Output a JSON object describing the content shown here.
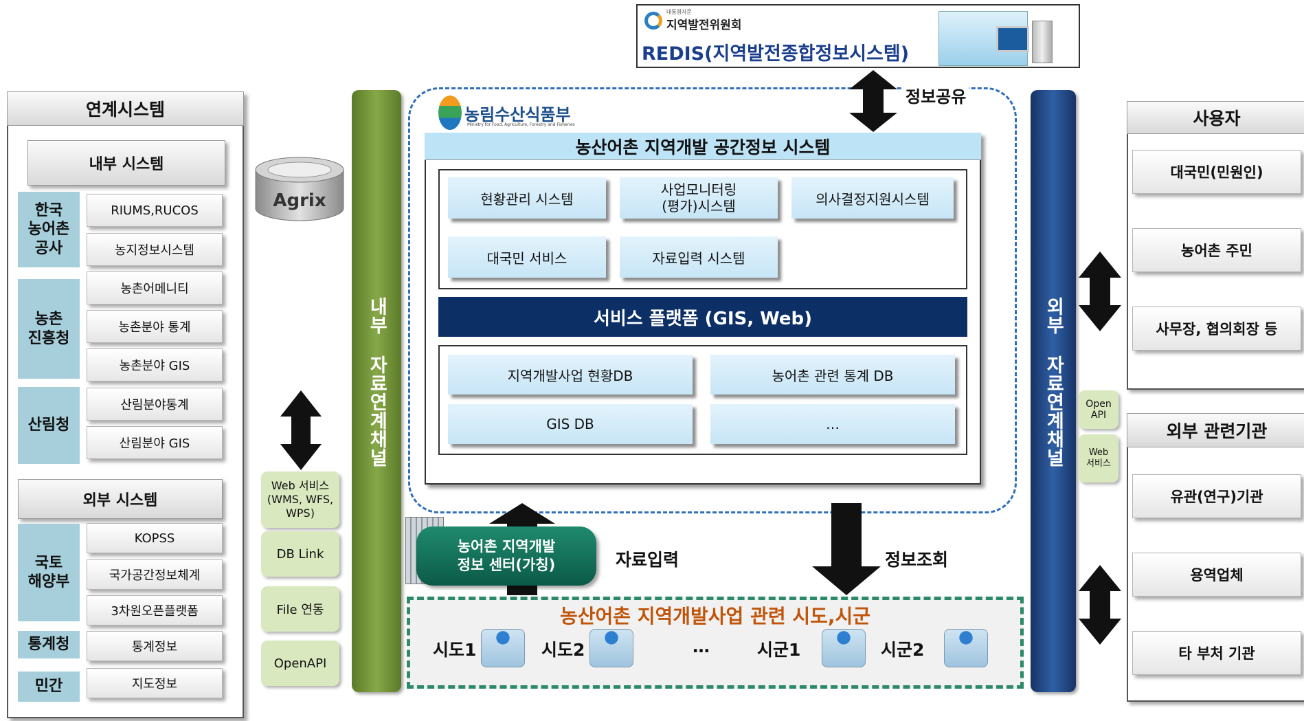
{
  "redis": {
    "small_label": "대통령자문",
    "org_name": "지역발전위원회",
    "title": "REDIS(지역발전종합정보시스템)"
  },
  "info_share": "정보공유",
  "ministry_logo": {
    "name": "농림수산식품부",
    "sub": "Ministry for Food, Agriculture, Forestry and Fisheries"
  },
  "main_system": {
    "title": "농산어촌 지역개발 공간정보 시스템",
    "modules": [
      "현황관리 시스템",
      "사업모니터링\n(평가)시스템",
      "의사결정지원시스템",
      "대국민 서비스",
      "자료입력 시스템"
    ],
    "platform": "서비스 플랫폼 (GIS, Web)",
    "databases": [
      "지역개발사업 현황DB",
      "농어촌 관련 통계 DB",
      "GIS DB",
      "…"
    ]
  },
  "left_panel": {
    "title": "연계시스템",
    "internal_header": "내부 시스템",
    "internal_groups": [
      {
        "org": "한국\n농어촌\n공사",
        "items": [
          "RIUMS,RUCOS",
          "농지정보시스템"
        ]
      },
      {
        "org": "농촌\n진흥청",
        "items": [
          "농촌어메니티",
          "농촌분야 통계",
          "농촌분야 GIS"
        ]
      },
      {
        "org": "산림청",
        "items": [
          "산림분야통계",
          "산림분야 GIS"
        ]
      }
    ],
    "external_header": "외부 시스템",
    "external_groups": [
      {
        "org": "국토\n해양부",
        "items": [
          "KOPSS",
          "국가공간정보체계",
          "3차원오픈플랫폼"
        ]
      },
      {
        "org": "통계청",
        "items": [
          "통계정보"
        ]
      },
      {
        "org": "민간",
        "items": [
          "지도정보"
        ]
      }
    ]
  },
  "agrix": "Agrix",
  "internal_methods": [
    "Web 서비스\n(WMS, WFS,\nWPS)",
    "DB Link",
    "File 연동",
    "OpenAPI"
  ],
  "internal_channel": "내부 자료연계채널",
  "external_channel": "외부 자료연계채널",
  "external_methods": [
    "Open\nAPI",
    "Web\n서비스"
  ],
  "center": "농어촌 지역개발\n정보 센터(가칭)",
  "data_input": "자료입력",
  "info_query": "정보조회",
  "local_gov": {
    "title": "농산어촌 지역개발사업 관련 시도,시군",
    "items": [
      "시도1",
      "시도2",
      "…",
      "시군1",
      "시군2"
    ]
  },
  "users": {
    "title": "사용자",
    "items": [
      "대국민(민원인)",
      "농어촌 주민",
      "사무장, 협의회장 등"
    ]
  },
  "agencies": {
    "title": "외부 관련기관",
    "items": [
      "유관(연구)기관",
      "용역업체",
      "타 부처 기관"
    ]
  },
  "colors": {
    "green_channel": "#6f8f35",
    "blue_channel": "#1f3f7a",
    "platform": "#0c2f66",
    "title_bar": "#bde3f7",
    "teal": "#a6cfdb",
    "orange_title": "#c0550a"
  }
}
